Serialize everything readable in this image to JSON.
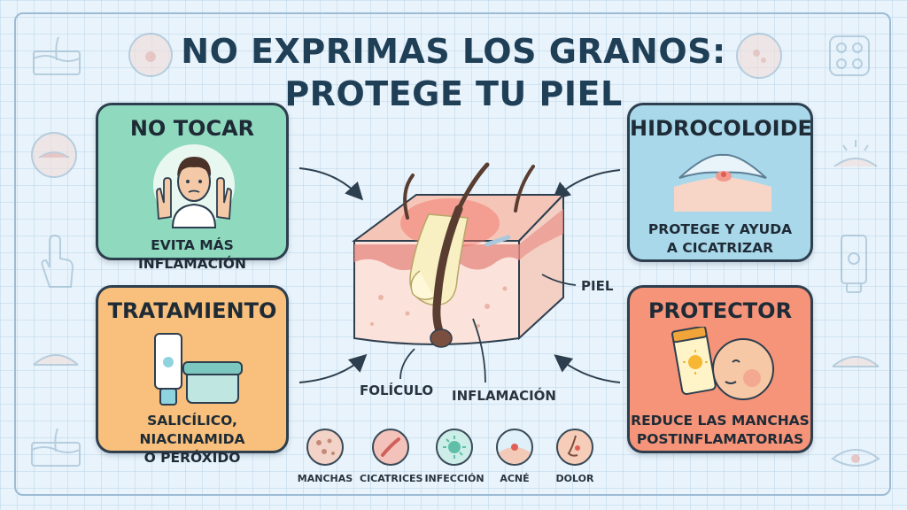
{
  "title": {
    "line1": "NO EXPRIMAS LOS GRANOS:",
    "line2": "PROTEGE TU PIEL"
  },
  "cards": {
    "no_tocar": {
      "title": "NO TOCAR",
      "text": "EVITA MÁS INFLAMACIÓN",
      "color": "#8fd9bf"
    },
    "tratamiento": {
      "title": "TRATAMIENTO",
      "text1": "SALICÍLICO, NIACINAMIDA",
      "text2": "O PERÓXIDO",
      "color": "#f8c07c"
    },
    "hidrocoloide": {
      "title": "HIDROCOLOIDE",
      "text1": "PROTEGE Y AYUDA",
      "text2": "A CICATRIZAR",
      "color": "#a9d8ea"
    },
    "protector": {
      "title": "PROTECTOR",
      "text1": "REDUCE LAS MANCHAS",
      "text2": "POSTINFLAMATORIAS",
      "color": "#f59479"
    }
  },
  "labels": {
    "piel": "PIEL",
    "foliculo": "FOLÍCULO",
    "inflamacion": "INFLAMACIÓN"
  },
  "bottom": [
    {
      "label": "MANCHAS",
      "icon": "spots-icon"
    },
    {
      "label": "CICATRICES",
      "icon": "scar-icon"
    },
    {
      "label": "INFECCIÓN",
      "icon": "bacteria-icon"
    },
    {
      "label": "ACNÉ",
      "icon": "pimple-icon"
    },
    {
      "label": "DOLOR",
      "icon": "nose-icon"
    }
  ]
}
